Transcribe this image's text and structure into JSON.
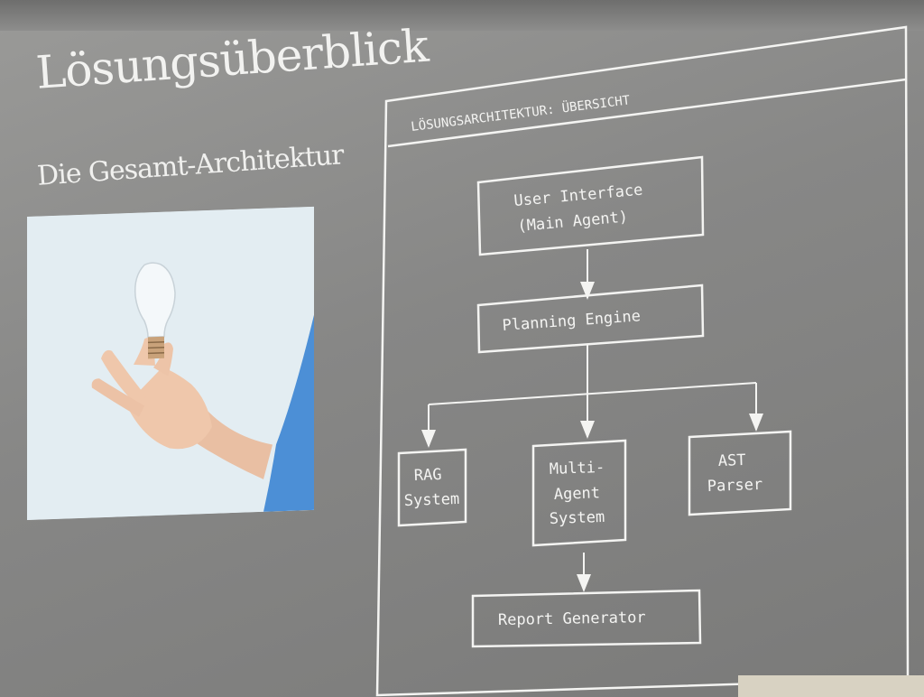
{
  "slide": {
    "title": "Lösungsüberblick",
    "subtitle": "Die Gesamt-Architektur"
  },
  "photo": {
    "description_icon": "lightbulb-in-hand-icon"
  },
  "diagram": {
    "frame_title": "LÖSUNGSARCHITEKTUR: ÜBERSICHT",
    "nodes": {
      "user_interface": {
        "line1": "User Interface",
        "line2": "(Main Agent)"
      },
      "planning_engine": {
        "line1": "Planning Engine"
      },
      "rag_system": {
        "line1": "RAG",
        "line2": "System"
      },
      "multi_agent_system": {
        "line1": "Multi-",
        "line2": "Agent",
        "line3": "System"
      },
      "ast_parser": {
        "line1": "AST",
        "line2": "Parser"
      },
      "report_generator": {
        "line1": "Report Generator"
      }
    }
  },
  "colors": {
    "background": "#878786",
    "diagram_lines": "#f4f4f2",
    "text": "#f2f2f0"
  }
}
